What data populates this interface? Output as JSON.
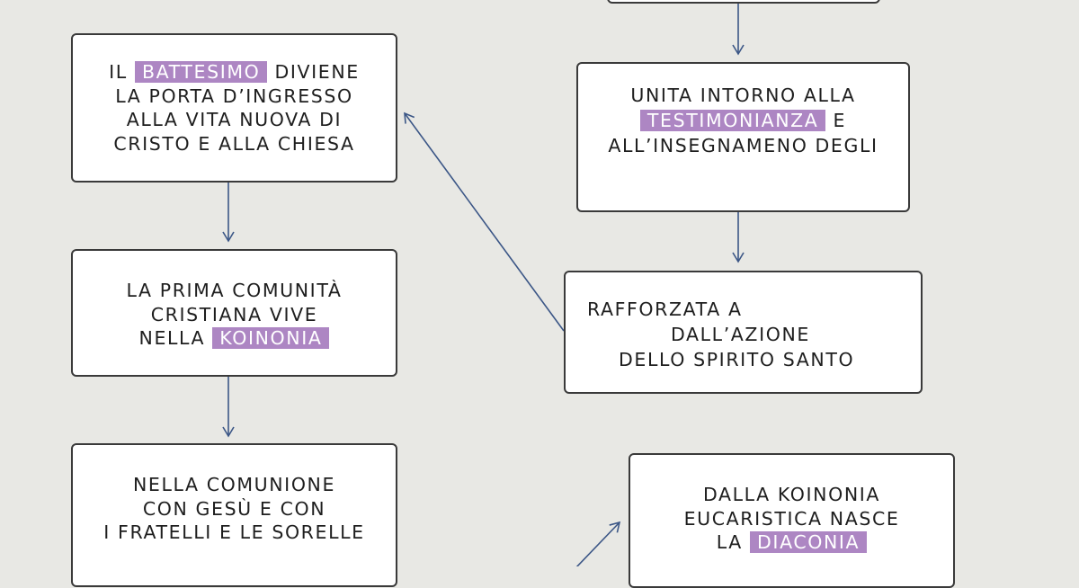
{
  "nodes": {
    "battesimo": {
      "pre": "IL ",
      "highlight": "BATTESIMO",
      "post": " DIVIENE",
      "line2": "LA PORTA D’INGRESSO",
      "line3": "ALLA VITA NUOVA DI",
      "line4": "CRISTO E ALLA CHIESA"
    },
    "koinonia": {
      "line1": "LA PRIMA COMUNITÀ",
      "line2": "CRISTIANA VIVE",
      "pre": "NELLA ",
      "highlight": "KOINONIA"
    },
    "comunione": {
      "line1": "NELLA COMUNIONE",
      "line2": "CON GESÙ E CON",
      "line3": "I FRATELLI E LE SORELLE"
    },
    "testimonianza": {
      "line1": "UNITA INTORNO ALLA",
      "highlight": "TESTIMONIANZA",
      "post": " E",
      "line3": "ALL’INSEGNAMENO DEGLI"
    },
    "spirito": {
      "line1": "RAFFORZATA A",
      "line2": "DALL’AZIONE",
      "line3": "DELLO SPIRITO SANTO"
    },
    "diaconia": {
      "line1": "DALLA KOINONIA",
      "line2": "EUCARISTICA NASCE",
      "pre": "LA ",
      "highlight": "DIACONIA"
    }
  },
  "colors": {
    "highlight": "#ad86c3",
    "arrow": "#3b5686",
    "background": "#e8e8e4"
  }
}
